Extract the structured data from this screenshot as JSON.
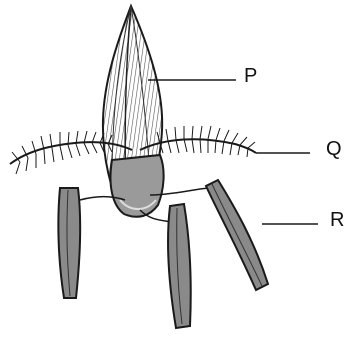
{
  "figure": {
    "labels": {
      "p": "P",
      "q": "Q",
      "r": "R"
    },
    "colors": {
      "ink": "#1a1a1a",
      "shade": "#8a8a8a",
      "dark": "#4a4a4a",
      "background": "#ffffff"
    },
    "parts": [
      "bract",
      "feathery-stigmas",
      "anthers"
    ]
  }
}
